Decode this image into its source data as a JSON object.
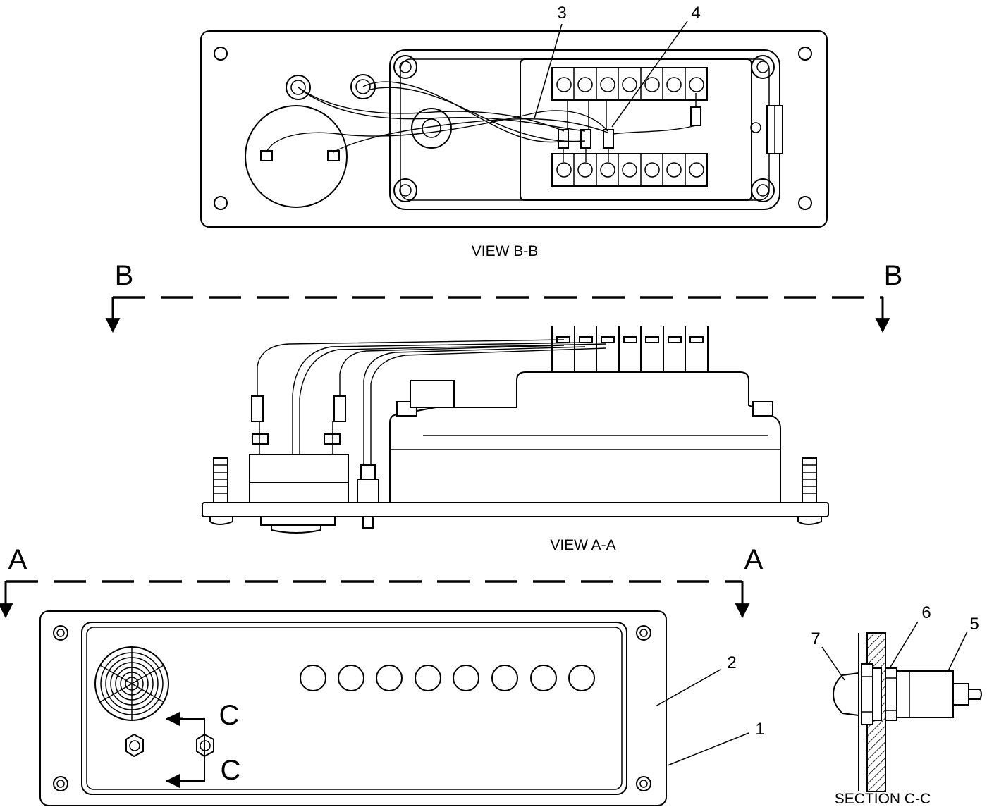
{
  "views": {
    "view_bb": "VIEW B-B",
    "view_aa": "VIEW A-A",
    "section_cc": "SECTION C-C"
  },
  "section_marks": {
    "b_left": "B",
    "b_right": "B",
    "a_left": "A",
    "a_right": "A",
    "c_top": "C",
    "c_bottom": "C"
  },
  "callouts": {
    "n1": "1",
    "n2": "2",
    "n3": "3",
    "n4": "4",
    "n5": "5",
    "n6": "6",
    "n7": "7"
  }
}
